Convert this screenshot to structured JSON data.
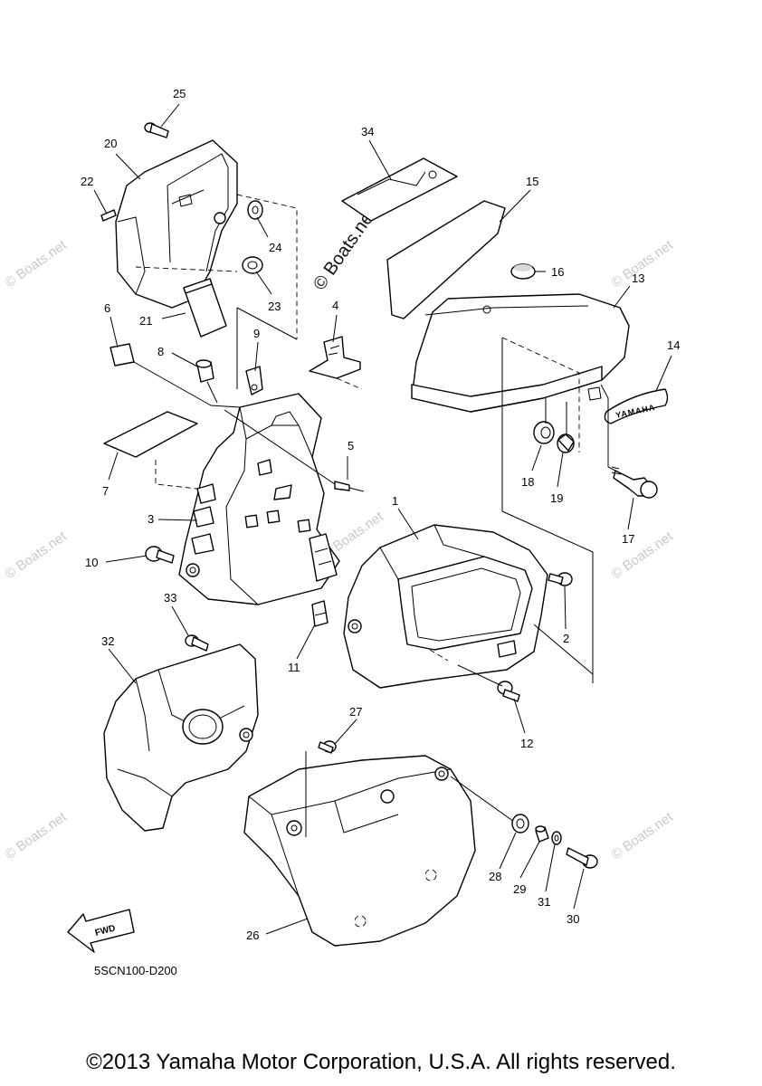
{
  "callouts": [
    {
      "id": "c1",
      "label": "1"
    },
    {
      "id": "c2",
      "label": "2"
    },
    {
      "id": "c3",
      "label": "3"
    },
    {
      "id": "c4",
      "label": "4"
    },
    {
      "id": "c5",
      "label": "5"
    },
    {
      "id": "c6",
      "label": "6"
    },
    {
      "id": "c7",
      "label": "7"
    },
    {
      "id": "c8",
      "label": "8"
    },
    {
      "id": "c9",
      "label": "9"
    },
    {
      "id": "c10",
      "label": "10"
    },
    {
      "id": "c11",
      "label": "11"
    },
    {
      "id": "c12",
      "label": "12"
    },
    {
      "id": "c13",
      "label": "13"
    },
    {
      "id": "c14",
      "label": "14"
    },
    {
      "id": "c15",
      "label": "15"
    },
    {
      "id": "c16",
      "label": "16"
    },
    {
      "id": "c17",
      "label": "17"
    },
    {
      "id": "c18",
      "label": "18"
    },
    {
      "id": "c19",
      "label": "19"
    },
    {
      "id": "c20",
      "label": "20"
    },
    {
      "id": "c21",
      "label": "21"
    },
    {
      "id": "c22",
      "label": "22"
    },
    {
      "id": "c23",
      "label": "23"
    },
    {
      "id": "c24",
      "label": "24"
    },
    {
      "id": "c25",
      "label": "25"
    },
    {
      "id": "c26",
      "label": "26"
    },
    {
      "id": "c27",
      "label": "27"
    },
    {
      "id": "c28",
      "label": "28"
    },
    {
      "id": "c29",
      "label": "29"
    },
    {
      "id": "c30",
      "label": "30"
    },
    {
      "id": "c31",
      "label": "31"
    },
    {
      "id": "c32",
      "label": "32"
    },
    {
      "id": "c33",
      "label": "33"
    },
    {
      "id": "c34",
      "label": "34"
    }
  ],
  "watermark_main": "© Boats.net",
  "watermark_faint": "© Boats.net",
  "emblem_text": "YAMAHA",
  "fwd_label": "FWD",
  "diagram_code": "5SCN100-D200",
  "copyright": "©2013 Yamaha Motor Corporation, U.S.A. All rights reserved."
}
